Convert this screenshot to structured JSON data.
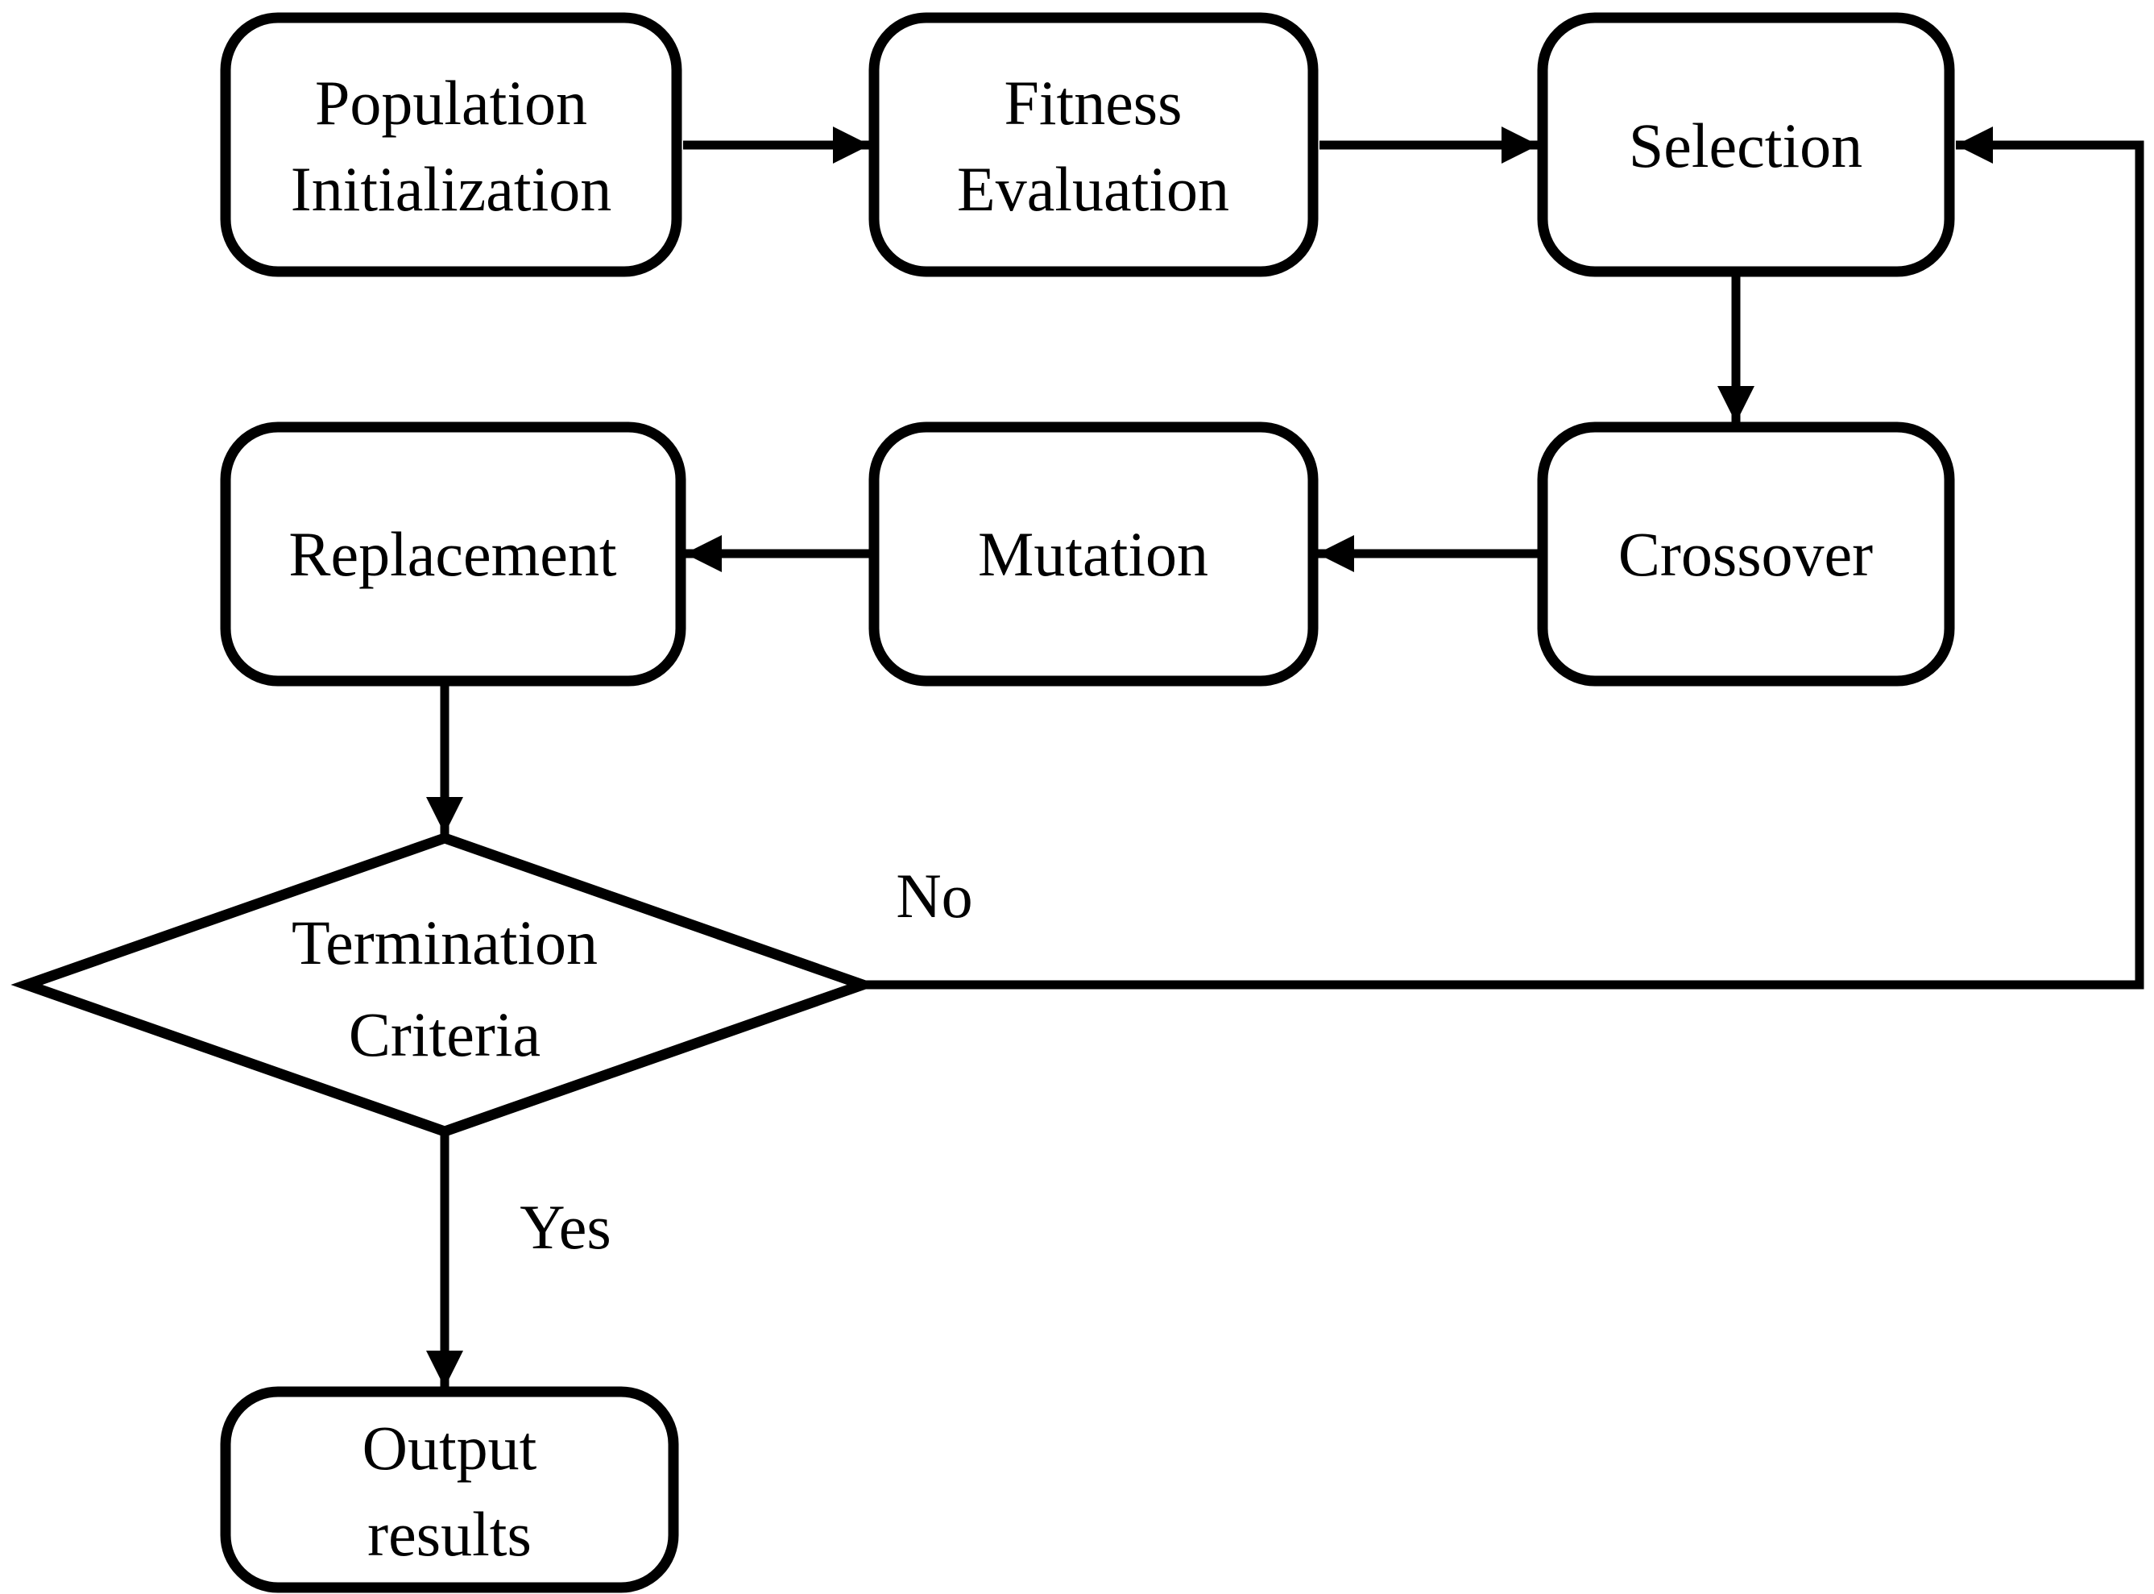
{
  "colors": {
    "line": "#000000",
    "node_fill": "#ffffff",
    "text": "#000000",
    "background": "#ffffff"
  },
  "nodes": {
    "population_initialization": {
      "line1": "Population",
      "line2": "Initialization"
    },
    "fitness_evaluation": {
      "line1": "Fitness",
      "line2": "Evaluation"
    },
    "selection": {
      "label": "Selection"
    },
    "crossover": {
      "label": "Crossover"
    },
    "mutation": {
      "label": "Mutation"
    },
    "replacement": {
      "label": "Replacement"
    },
    "termination_criteria": {
      "line1": "Termination",
      "line2": "Criteria"
    },
    "output_results": {
      "line1": "Output",
      "line2": "results"
    }
  },
  "edge_labels": {
    "no": "No",
    "yes": "Yes"
  }
}
